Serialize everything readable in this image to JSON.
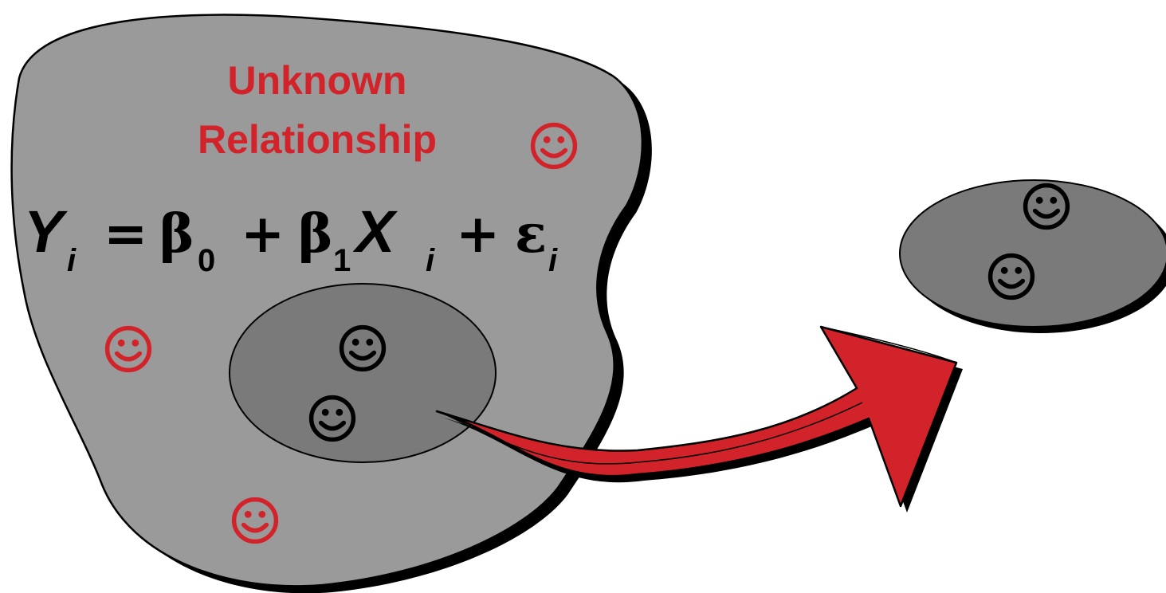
{
  "population": {
    "title_line1": "Unknown",
    "title_line2": "Relationship",
    "equation": {
      "y": "Y",
      "y_sub": "i",
      "equals": "=",
      "beta0": "β",
      "beta0_sub": "0",
      "plus1": "+",
      "beta1": "β",
      "beta1_sub": "1",
      "x": "X",
      "x_sub": "i",
      "plus2": "+",
      "eps": "ε",
      "eps_sub": "i"
    }
  },
  "colors": {
    "population_fill": "#9a9a9a",
    "sample_fill": "#7a7a7a",
    "arrow_fill": "#d2232a",
    "title_color": "#d2232a",
    "smiley_red": "#d2232a",
    "smiley_black": "#000000"
  },
  "icons": [
    "smiley-icon",
    "curved-arrow-icon"
  ]
}
